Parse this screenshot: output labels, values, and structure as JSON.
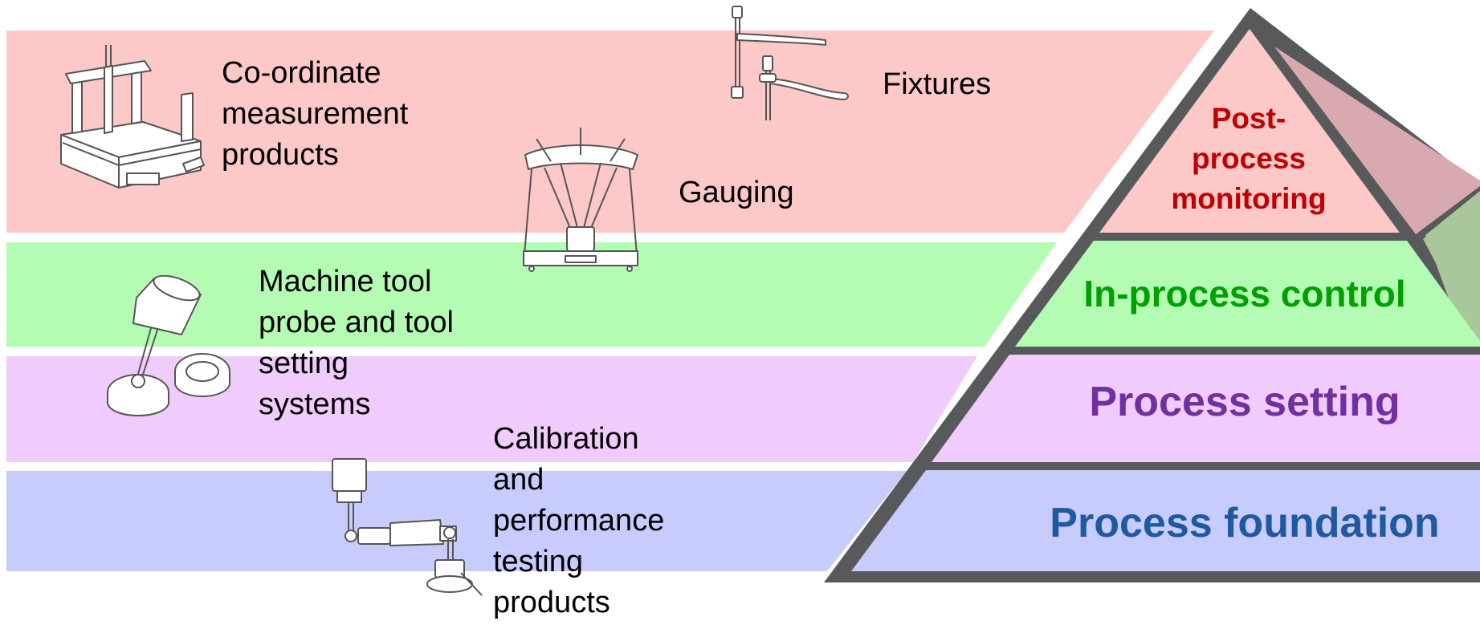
{
  "colors": {
    "band_post": "#fcc8c8",
    "band_in": "#b4fcb4",
    "band_setting": "#f0ccfc",
    "band_foundation": "#c8ccfc",
    "pyramid_edge": "#58595b",
    "pyramid_side_top": "#d8aab0",
    "pyramid_side_mid": "#a9c79a",
    "text_post": "#c00000",
    "text_in": "#00a000",
    "text_setting": "#7030a0",
    "text_foundation": "#1f5aa0"
  },
  "pyramid": {
    "levels": [
      {
        "key": "post",
        "label": "Post-\nprocess\nmonitoring"
      },
      {
        "key": "in",
        "label": "In-process control"
      },
      {
        "key": "setting",
        "label": "Process setting"
      },
      {
        "key": "foundation",
        "label": "Process foundation"
      }
    ]
  },
  "products": {
    "cmm": "Co-ordinate\nmeasurement\nproducts",
    "fixtures": "Fixtures",
    "gauging": "Gauging",
    "probe": "Machine tool\nprobe and tool\nsetting\nsystems",
    "calibration": "Calibration\nand\nperformance\ntesting\nproducts"
  },
  "icons": {
    "cmm": "cmm-machine-icon",
    "fixtures": "fixture-clamp-icon",
    "gauging": "gauging-machine-icon",
    "probe": "machine-tool-probe-icon",
    "calibration": "calibration-ballbar-icon"
  }
}
